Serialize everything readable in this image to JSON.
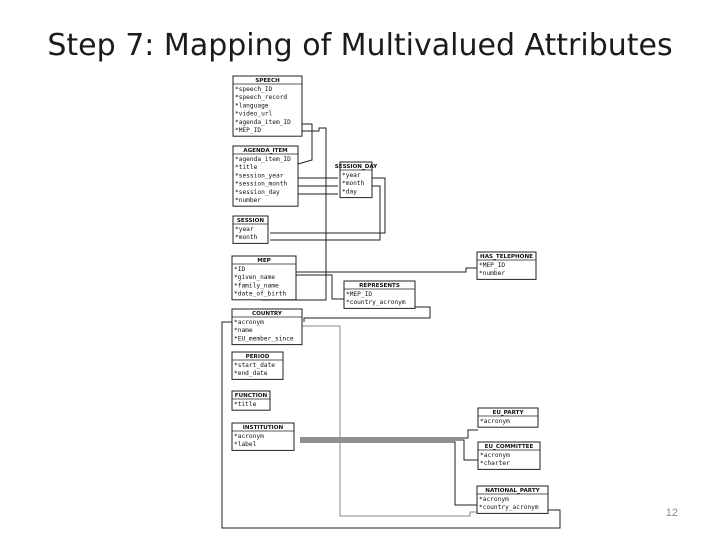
{
  "slide": {
    "title": "Step 7: Mapping of Multivalued Attributes",
    "page_number": "12"
  },
  "tables": [
    {
      "name": "SPEECH",
      "attributes": [
        "*speech_ID",
        "*speech_record",
        "*language",
        "*video_url",
        "*agenda_item_ID",
        "*MEP_ID"
      ]
    },
    {
      "name": "AGENDA_ITEM",
      "attributes": [
        "*agenda_item_ID",
        "*title",
        "*session_year",
        "*session_month",
        "*session_day",
        "*number"
      ]
    },
    {
      "name": "SESSION_DAY",
      "attributes": [
        "*year",
        "*month",
        "*day"
      ]
    },
    {
      "name": "SESSION",
      "attributes": [
        "*year",
        "*month"
      ]
    },
    {
      "name": "MEP",
      "attributes": [
        "*ID",
        "*given_name",
        "*family_name",
        "*date_of_birth"
      ]
    },
    {
      "name": "HAS_TELEPHONE",
      "attributes": [
        "*MEP_ID",
        "*number"
      ]
    },
    {
      "name": "REPRESENTS",
      "attributes": [
        "*MEP_ID",
        "*country_acronym"
      ]
    },
    {
      "name": "COUNTRY",
      "attributes": [
        "*acronym",
        "*name",
        "*EU_member_since"
      ]
    },
    {
      "name": "PERIOD",
      "attributes": [
        "*start_date",
        "*end_date"
      ]
    },
    {
      "name": "FUNCTION",
      "attributes": [
        "*title"
      ]
    },
    {
      "name": "INSTITUTION",
      "attributes": [
        "*acronym",
        "*label"
      ]
    },
    {
      "name": "EU_PARTY",
      "attributes": [
        "*acronym"
      ]
    },
    {
      "name": "EU_COMMITTEE",
      "attributes": [
        "*acronym",
        "*charter"
      ]
    },
    {
      "name": "NATIONAL_PARTY",
      "attributes": [
        "*acronym",
        "*country_acronym"
      ]
    }
  ]
}
